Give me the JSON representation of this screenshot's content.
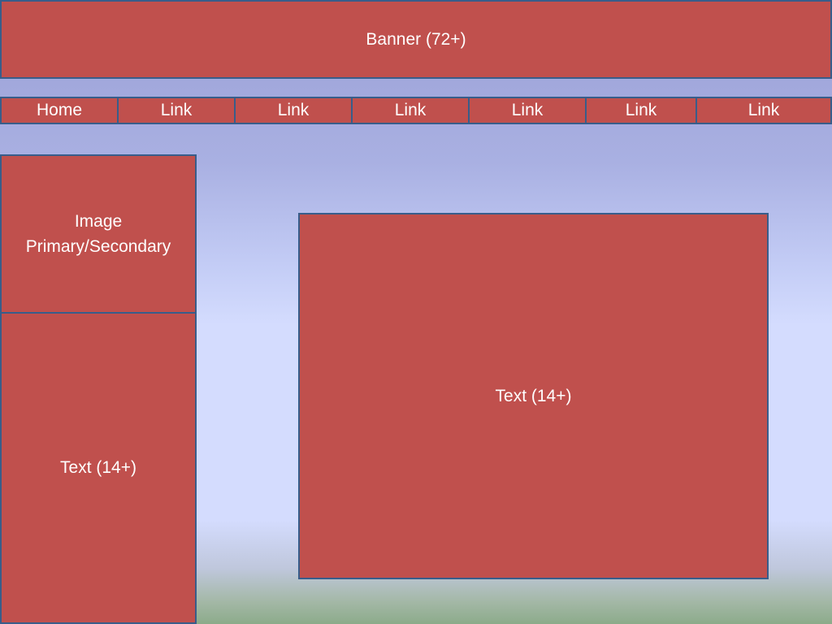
{
  "banner": {
    "label": "Banner (72+)"
  },
  "nav": {
    "items": [
      "Home",
      "Link",
      "Link",
      "Link",
      "Link",
      "Link",
      "Link"
    ]
  },
  "sidebar": {
    "image_line1": "Image",
    "image_line2": "Primary/Secondary",
    "text_label": "Text (14+)"
  },
  "main": {
    "text_label": "Text (14+)"
  },
  "colors": {
    "box_fill": "#c0504d",
    "box_border": "#385d8a",
    "text": "#ffffff"
  }
}
